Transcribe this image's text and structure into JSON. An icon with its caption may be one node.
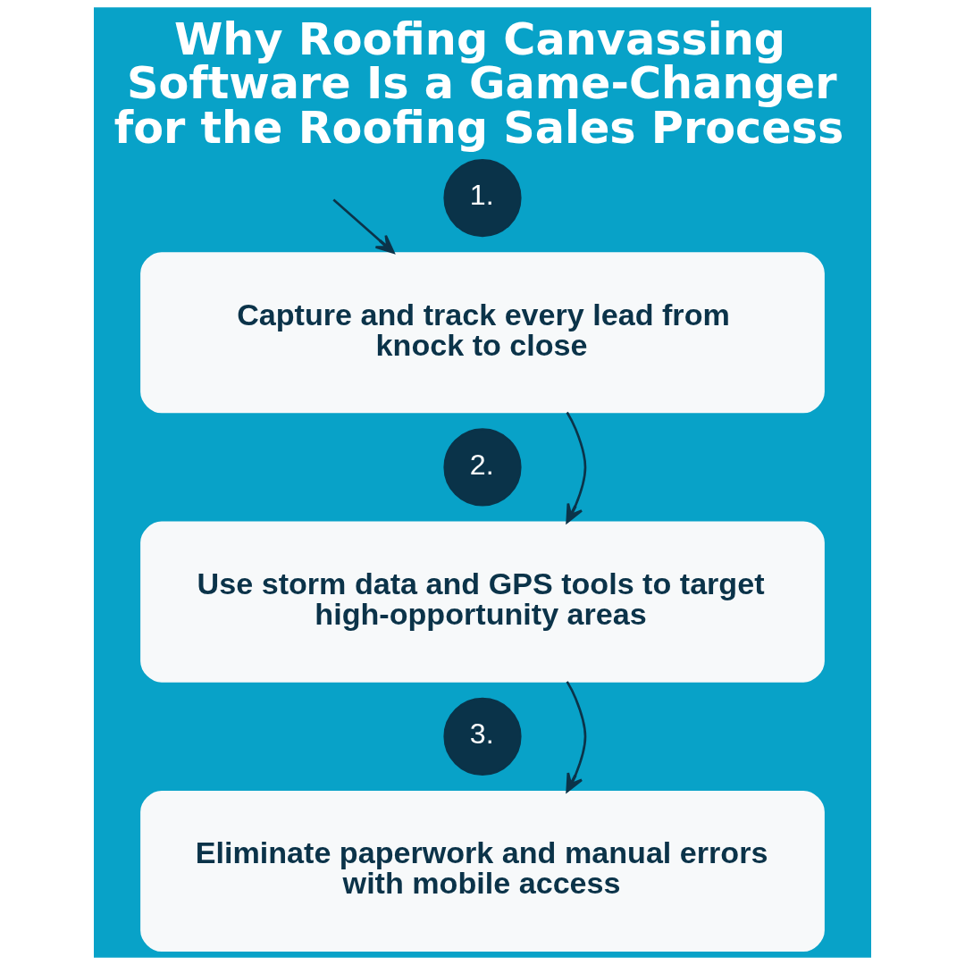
{
  "diagram": {
    "title": "Why Roofing Canvassing Software Is a Game-Changer for the Roofing Sales Process",
    "nodes": [
      {
        "text": [
          "1."
        ]
      },
      {
        "text": [
          "Capture and track every lead from knock to close"
        ]
      },
      {
        "text": [
          "2."
        ]
      },
      {
        "text": [
          "Use storm data and GPS tools to target high-opportunity areas"
        ]
      },
      {
        "text": [
          "3."
        ]
      },
      {
        "text": [
          "Eliminate paperwork and manual errors with mobile access"
        ]
      }
    ],
    "edges": [
      {
        "from": null,
        "to": 1,
        "arrow": "to"
      },
      {
        "from": 1,
        "to": 3,
        "arrow": "to"
      },
      {
        "from": 3,
        "to": 5,
        "arrow": "to"
      }
    ]
  }
}
